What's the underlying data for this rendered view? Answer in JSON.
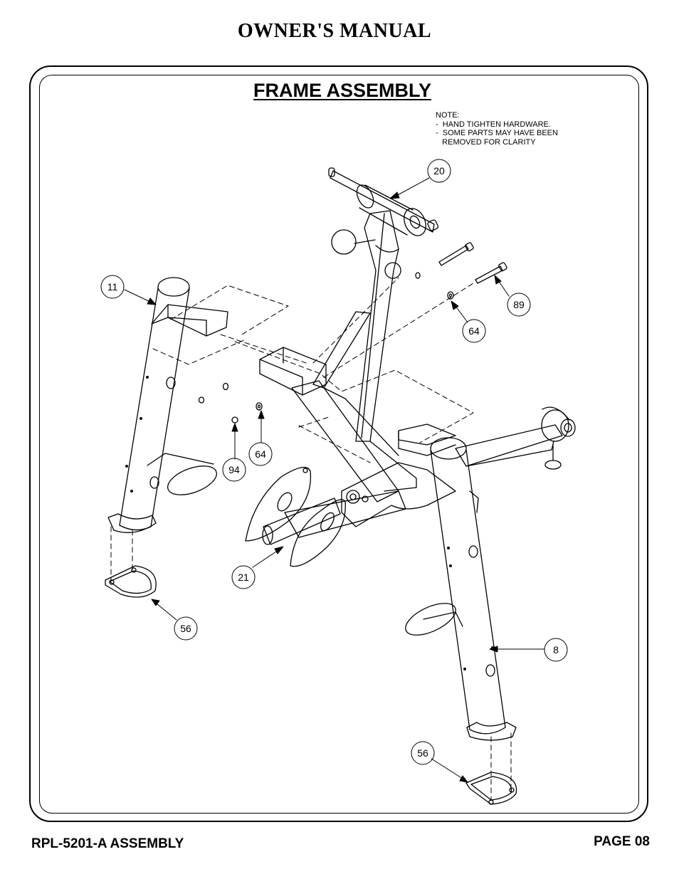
{
  "header": {
    "title": "OWNER'S MANUAL"
  },
  "section": {
    "title": "FRAME ASSEMBLY"
  },
  "note": {
    "heading": "NOTE:",
    "lines": [
      "-  HAND TIGHTEN HARDWARE.",
      "-  SOME PARTS MAY HAVE BEEN",
      "   REMOVED FOR CLARITY"
    ]
  },
  "callouts": [
    "20",
    "11",
    "89",
    "64",
    "94",
    "64",
    "21",
    "56",
    "8",
    "56"
  ],
  "footer": {
    "left": "RPL-5201-A ASSEMBLY",
    "right": "PAGE 08"
  }
}
